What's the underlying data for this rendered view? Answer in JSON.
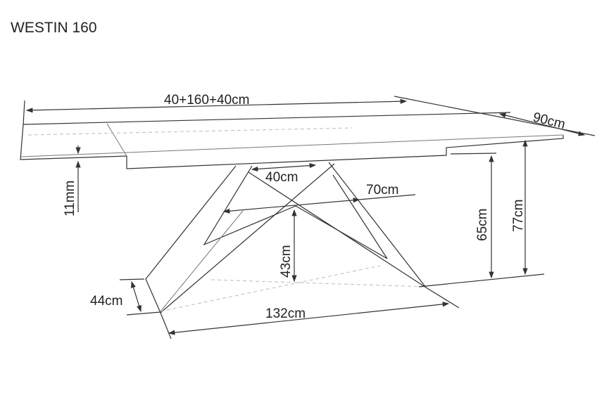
{
  "title": "WESTIN 160",
  "dimensions": {
    "length": "40+160+40cm",
    "width": "90cm",
    "top_thickness": "11mm",
    "extension": "40cm",
    "leg_span": "70cm",
    "cross_height": "43cm",
    "clearance": "65cm",
    "total_height": "77cm",
    "foot_depth": "44cm",
    "base_length": "132cm"
  }
}
